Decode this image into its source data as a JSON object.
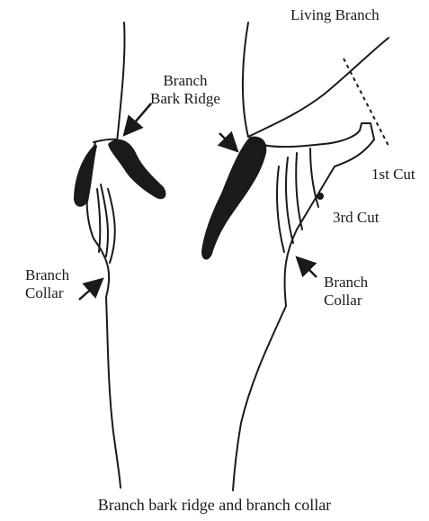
{
  "diagram": {
    "labels": {
      "living_branch": "Living Branch",
      "branch_bark_ridge_line1": "Branch",
      "branch_bark_ridge_line2": "Bark Ridge",
      "first_cut": "1st Cut",
      "third_cut": "3rd Cut",
      "branch_collar_left_line1": "Branch",
      "branch_collar_left_line2": "Collar",
      "branch_collar_right_line1": "Branch",
      "branch_collar_right_line2": "Collar"
    },
    "caption": "Branch bark ridge and branch collar",
    "colors": {
      "ink": "#1a1a1a",
      "background": "#ffffff"
    }
  }
}
